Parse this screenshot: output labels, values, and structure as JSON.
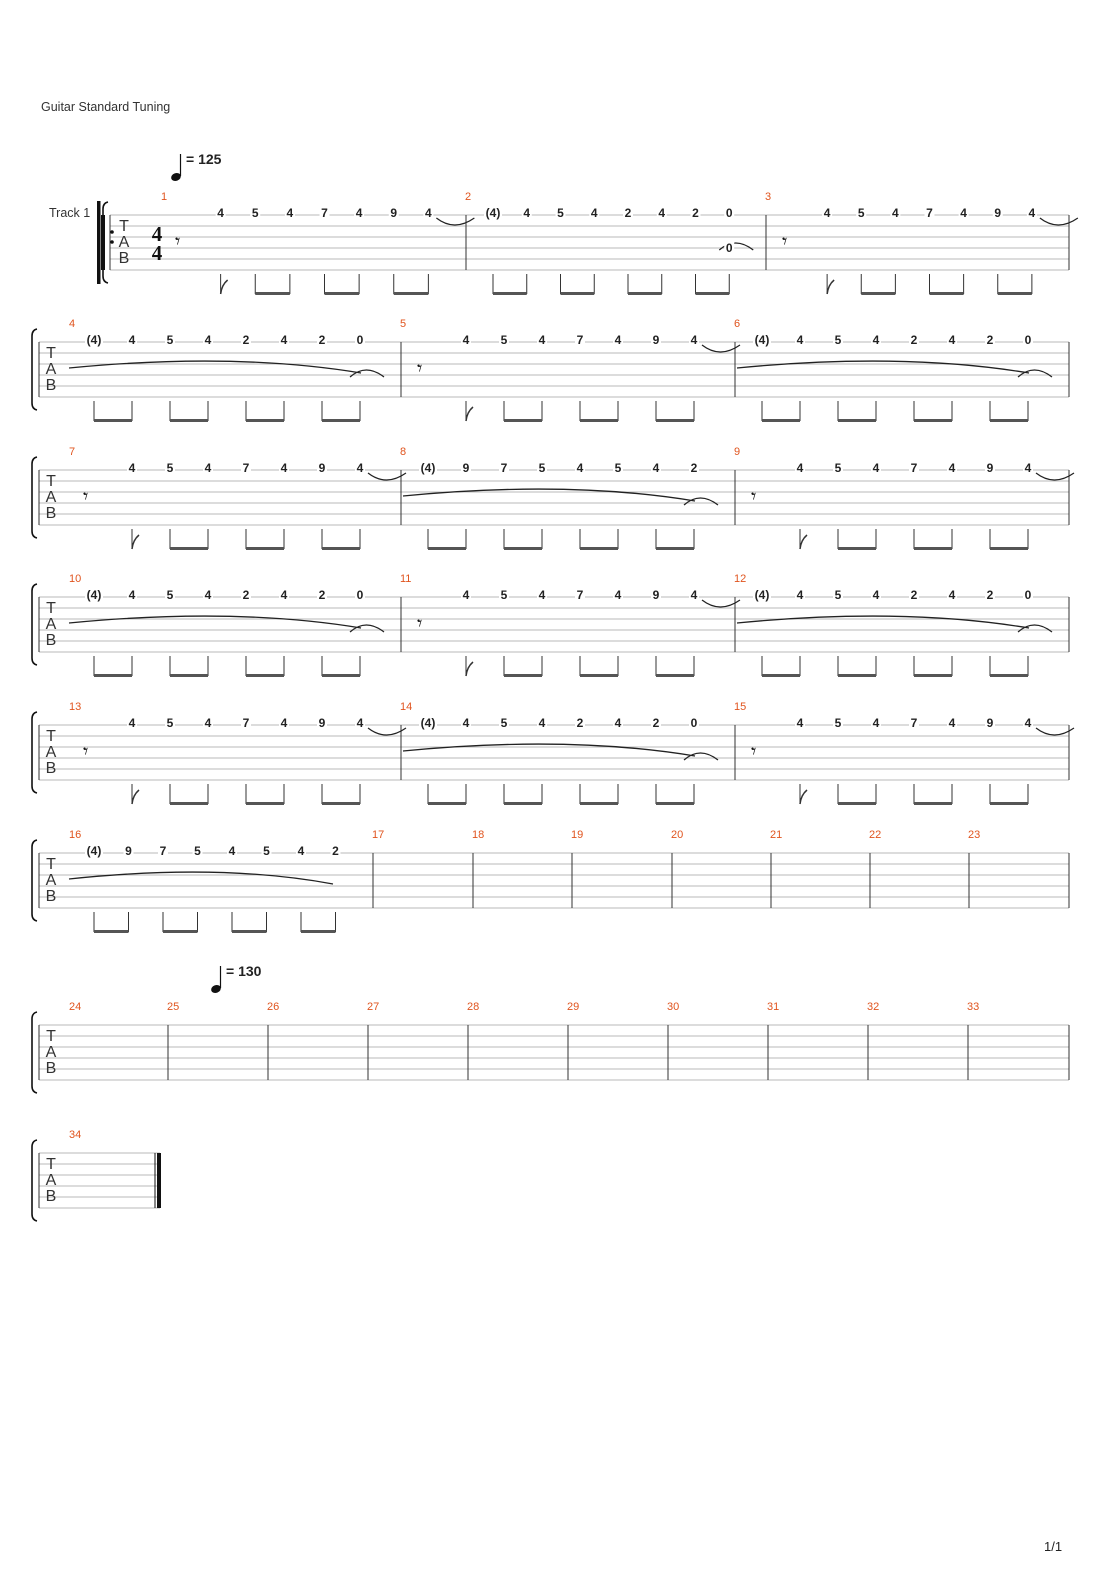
{
  "header": {
    "tuning": "Guitar Standard Tuning"
  },
  "track": {
    "name": "Track 1",
    "clef": [
      "T",
      "A",
      "B"
    ],
    "time_signature": [
      "4",
      "4"
    ]
  },
  "tempos": [
    {
      "bpm_label": "= 125",
      "measure": 1
    },
    {
      "bpm_label": "= 130",
      "measure": 25
    }
  ],
  "measures": [
    {
      "n": 1,
      "rest": true,
      "notes": [
        "4",
        "5",
        "4",
        "7",
        "4",
        "9",
        "4"
      ]
    },
    {
      "n": 2,
      "rest": false,
      "notes": [
        "(4)",
        "4",
        "5",
        "4",
        "2",
        "4",
        "2",
        "0"
      ],
      "extra_low": "0"
    },
    {
      "n": 3,
      "rest": true,
      "notes": [
        "4",
        "5",
        "4",
        "7",
        "4",
        "9",
        "4"
      ]
    },
    {
      "n": 4,
      "rest": false,
      "notes": [
        "(4)",
        "4",
        "5",
        "4",
        "2",
        "4",
        "2",
        "0"
      ]
    },
    {
      "n": 5,
      "rest": true,
      "notes": [
        "4",
        "5",
        "4",
        "7",
        "4",
        "9",
        "4"
      ]
    },
    {
      "n": 6,
      "rest": false,
      "notes": [
        "(4)",
        "4",
        "5",
        "4",
        "2",
        "4",
        "2",
        "0"
      ]
    },
    {
      "n": 7,
      "rest": true,
      "notes": [
        "4",
        "5",
        "4",
        "7",
        "4",
        "9",
        "4"
      ]
    },
    {
      "n": 8,
      "rest": false,
      "notes": [
        "(4)",
        "9",
        "7",
        "5",
        "4",
        "5",
        "4",
        "2"
      ]
    },
    {
      "n": 9,
      "rest": true,
      "notes": [
        "4",
        "5",
        "4",
        "7",
        "4",
        "9",
        "4"
      ]
    },
    {
      "n": 10,
      "rest": false,
      "notes": [
        "(4)",
        "4",
        "5",
        "4",
        "2",
        "4",
        "2",
        "0"
      ]
    },
    {
      "n": 11,
      "rest": true,
      "notes": [
        "4",
        "5",
        "4",
        "7",
        "4",
        "9",
        "4"
      ]
    },
    {
      "n": 12,
      "rest": false,
      "notes": [
        "(4)",
        "4",
        "5",
        "4",
        "2",
        "4",
        "2",
        "0"
      ]
    },
    {
      "n": 13,
      "rest": true,
      "notes": [
        "4",
        "5",
        "4",
        "7",
        "4",
        "9",
        "4"
      ]
    },
    {
      "n": 14,
      "rest": false,
      "notes": [
        "(4)",
        "4",
        "5",
        "4",
        "2",
        "4",
        "2",
        "0"
      ]
    },
    {
      "n": 15,
      "rest": true,
      "notes": [
        "4",
        "5",
        "4",
        "7",
        "4",
        "9",
        "4"
      ]
    },
    {
      "n": 16,
      "rest": false,
      "notes": [
        "(4)",
        "9",
        "7",
        "5",
        "4",
        "5",
        "4",
        "2"
      ]
    },
    {
      "n": 17,
      "notes": []
    },
    {
      "n": 18,
      "notes": []
    },
    {
      "n": 19,
      "notes": []
    },
    {
      "n": 20,
      "notes": []
    },
    {
      "n": 21,
      "notes": []
    },
    {
      "n": 22,
      "notes": []
    },
    {
      "n": 23,
      "notes": []
    },
    {
      "n": 24,
      "notes": []
    },
    {
      "n": 25,
      "notes": []
    },
    {
      "n": 26,
      "notes": []
    },
    {
      "n": 27,
      "notes": []
    },
    {
      "n": 28,
      "notes": []
    },
    {
      "n": 29,
      "notes": []
    },
    {
      "n": 30,
      "notes": []
    },
    {
      "n": 31,
      "notes": []
    },
    {
      "n": 32,
      "notes": []
    },
    {
      "n": 33,
      "notes": []
    },
    {
      "n": 34,
      "notes": []
    }
  ],
  "footer": {
    "page": "1/1"
  }
}
